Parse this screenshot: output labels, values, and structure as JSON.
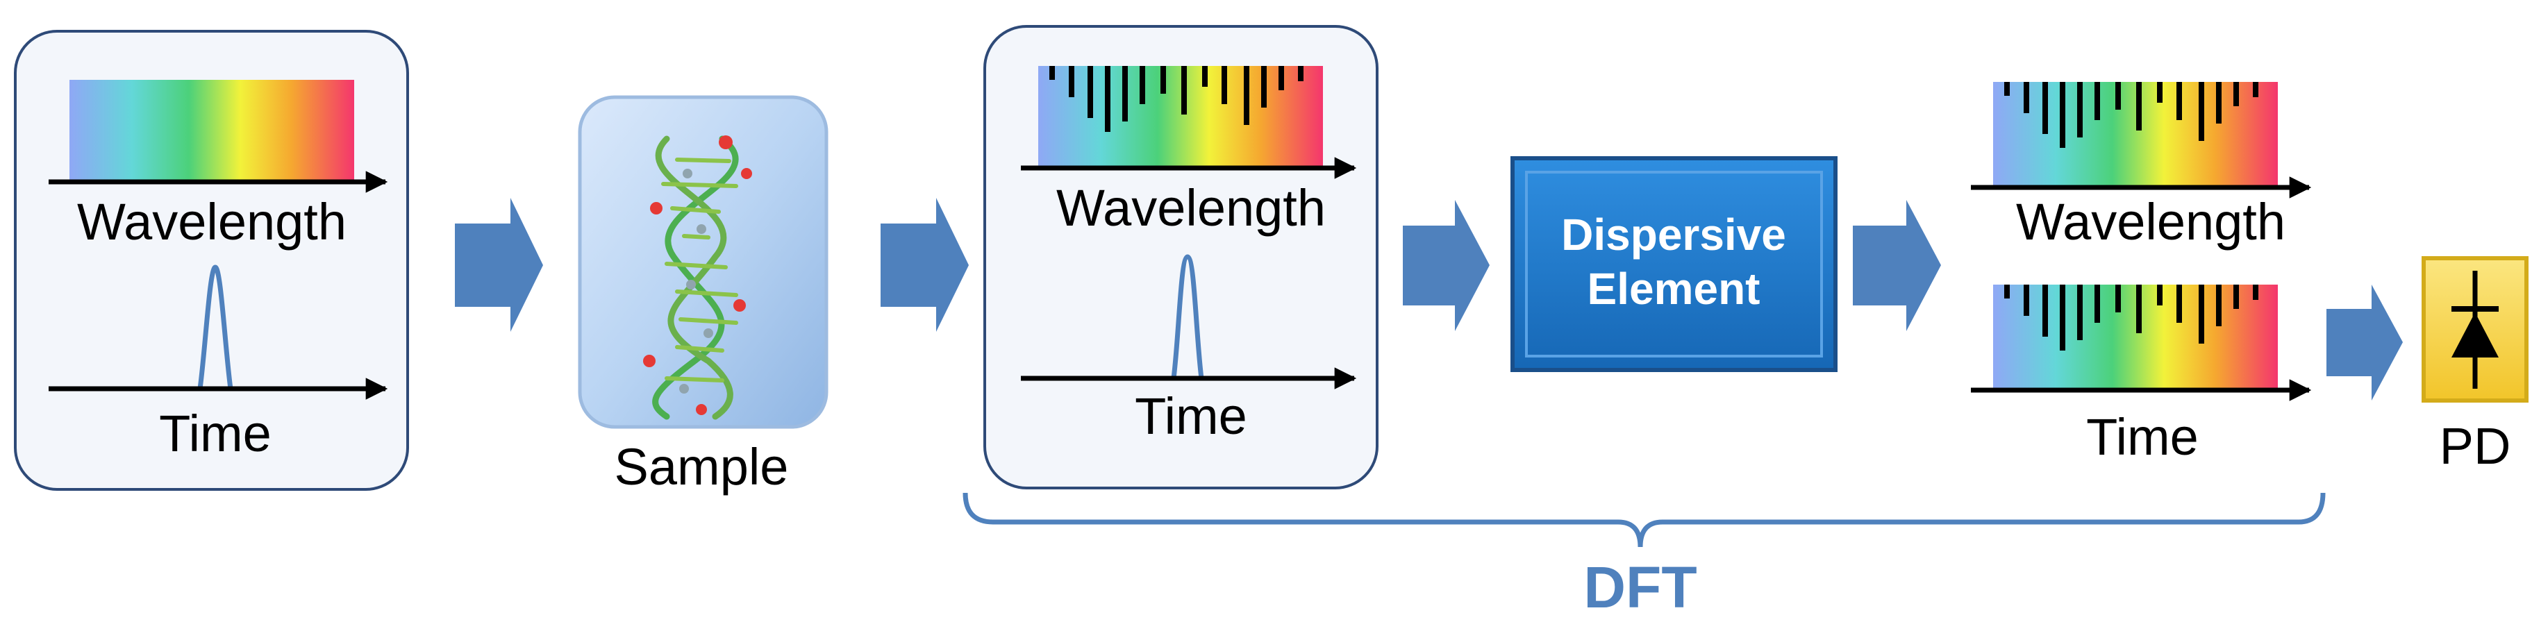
{
  "labels": {
    "wavelength_input": "Wavelength",
    "time_input": "Time",
    "sample": "Sample",
    "wavelength_mid": "Wavelength",
    "time_mid": "Time",
    "dispersive_line1": "Dispersive",
    "dispersive_line2": "Element",
    "wavelength_out": "Wavelength",
    "time_out": "Time",
    "pd": "PD",
    "dft": "DFT"
  },
  "colors": {
    "box_border": "#2e4a78",
    "box_fill": "#f3f6fb",
    "arrow": "#4f81bd",
    "dispersive_fill": "#1f78c8",
    "dispersive_border": "#1a4f8a",
    "sample_fill": "#b9d4f3",
    "pd_fill": "#f8d64a",
    "pd_border": "#d3ab1a",
    "dft_text": "#4f81bd",
    "brace": "#4f81bd",
    "spectrum": [
      "#8fa8f5",
      "#63d7d8",
      "#4cd17a",
      "#f2f23a",
      "#f5a830",
      "#f4366d"
    ]
  },
  "icons": {
    "arrow": "right-arrow-icon",
    "sample": "dna-helix-icon",
    "detector": "photodiode-icon"
  }
}
